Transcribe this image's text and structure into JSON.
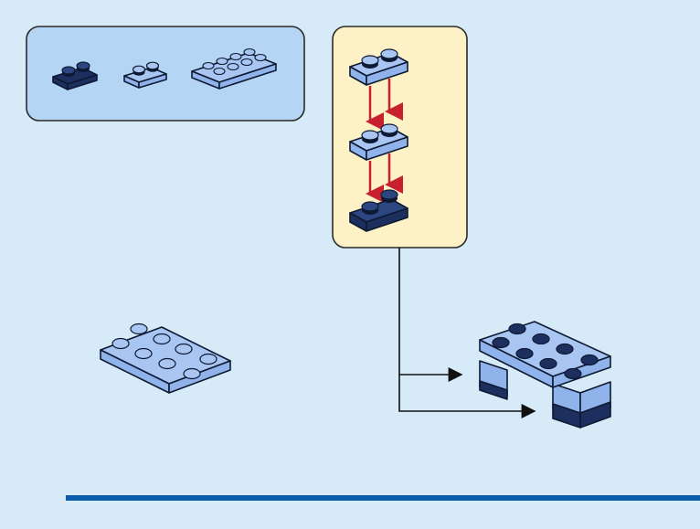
{
  "page": {
    "background": "#d6eaf8",
    "accent_bar_color": "#0b5cad"
  },
  "parts_panel": {
    "background": "#b4d6f4",
    "parts": [
      {
        "name": "plate-1x2",
        "color": "#1c2f5e"
      },
      {
        "name": "plate-1x2",
        "color": "#8fb3ea"
      },
      {
        "name": "plate-2x4",
        "color": "#8fb3ea"
      }
    ]
  },
  "sub_assembly_panel": {
    "background": "#fdf1c6",
    "arrow_color": "#c8202e",
    "layers": [
      {
        "name": "plate-1x2",
        "color": "#8fb3ea"
      },
      {
        "name": "plate-1x2",
        "color": "#8fb3ea"
      },
      {
        "name": "plate-1x2",
        "color": "#1c2f5e"
      }
    ]
  },
  "main_build": {
    "base_plate": {
      "name": "plate-2x4",
      "color": "#8fb3ea"
    },
    "result": {
      "name": "arch-assembly",
      "light_color": "#8fb3ea",
      "dark_color": "#1c2f5e"
    }
  }
}
